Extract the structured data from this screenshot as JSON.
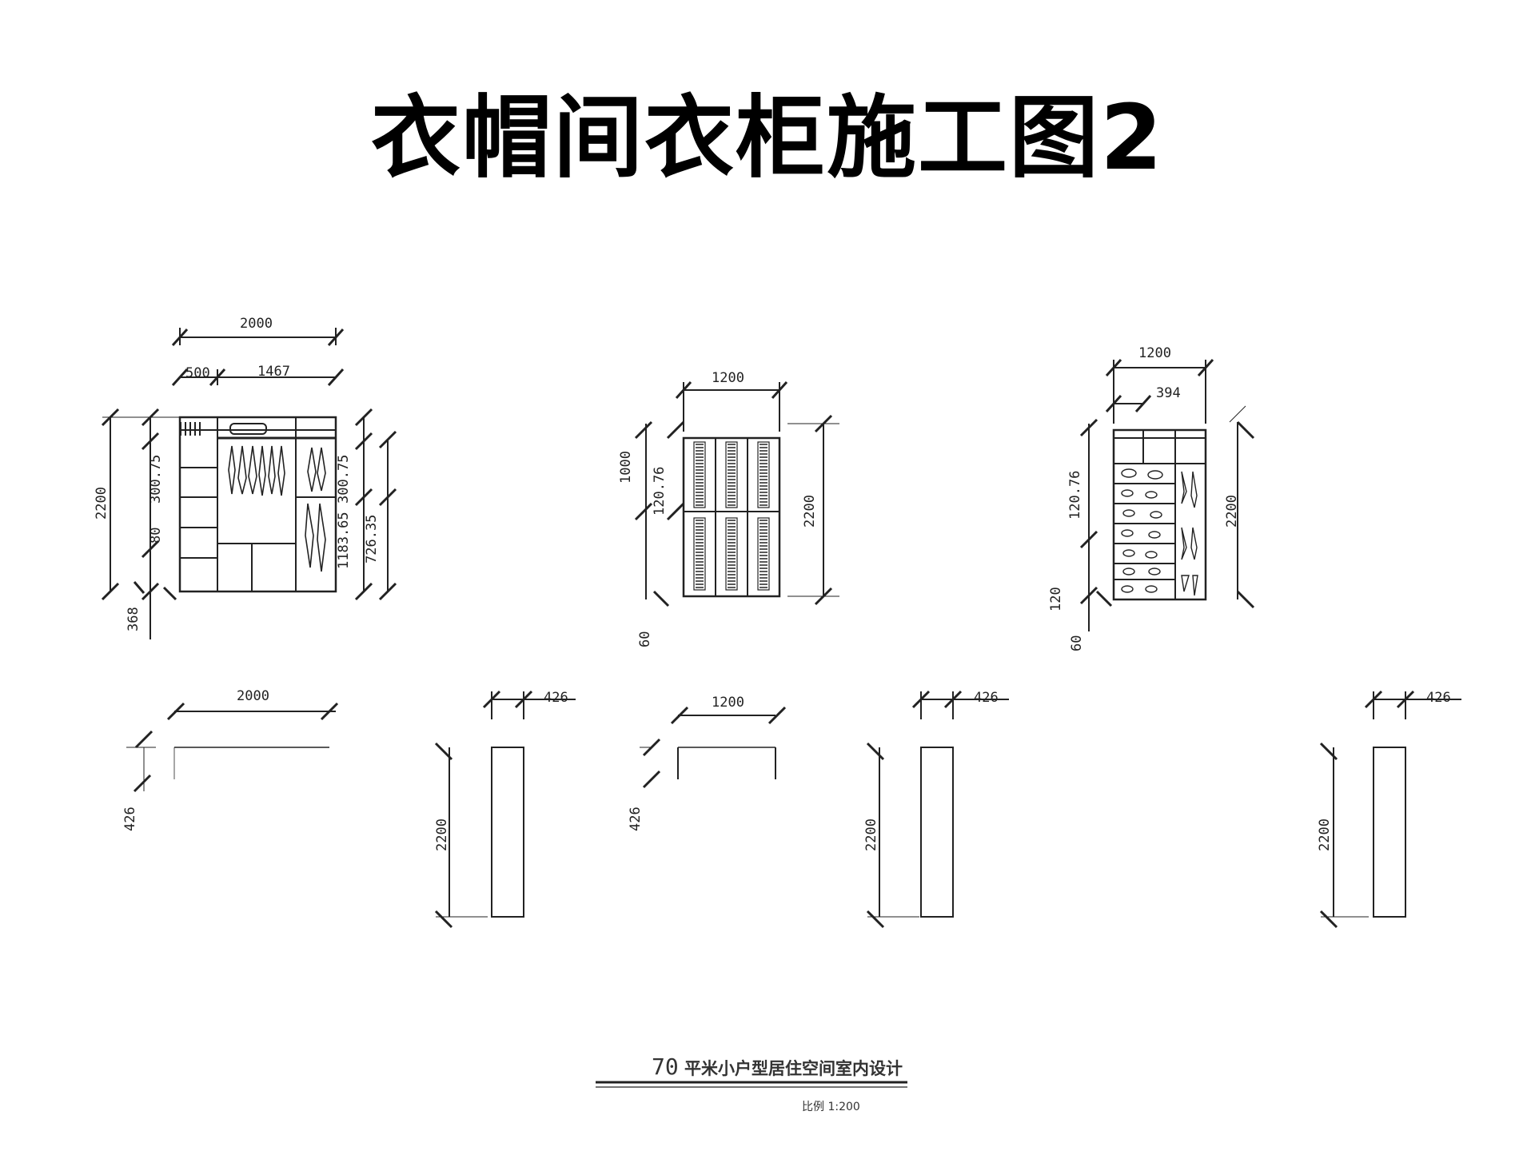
{
  "title": "衣帽间衣柜施工图2",
  "drawing": {
    "elevation_a": {
      "width_total": "2000",
      "width_left": "500",
      "width_right": "1467",
      "height_total": "2200",
      "dim_top": "300.75",
      "dim_mid": "80",
      "dim_base": "368",
      "dim_right_top": "300.75",
      "dim_right_mid": "1183.65",
      "dim_right_low": "726.35"
    },
    "elevation_b": {
      "width": "1200",
      "height": "2200",
      "dim_upper": "1000",
      "dim_mid": "120.76",
      "dim_base": "60"
    },
    "elevation_c": {
      "width": "1200",
      "width_inner": "394",
      "height": "2200",
      "dim_mid": "120.76",
      "dim_low": "120",
      "dim_base": "60"
    },
    "plan_row": {
      "a_width": "2000",
      "a_depth": "426",
      "a_side_depth": "426",
      "a_side_height": "2200",
      "b_width": "1200",
      "b_depth": "426",
      "b_side_depth": "426",
      "b_side_height": "2200",
      "c_side_depth": "426",
      "c_side_height": "2200"
    }
  },
  "caption": {
    "number": "70",
    "text": "平米小户型居住空间室内设计",
    "scale": "比例 1:200"
  }
}
